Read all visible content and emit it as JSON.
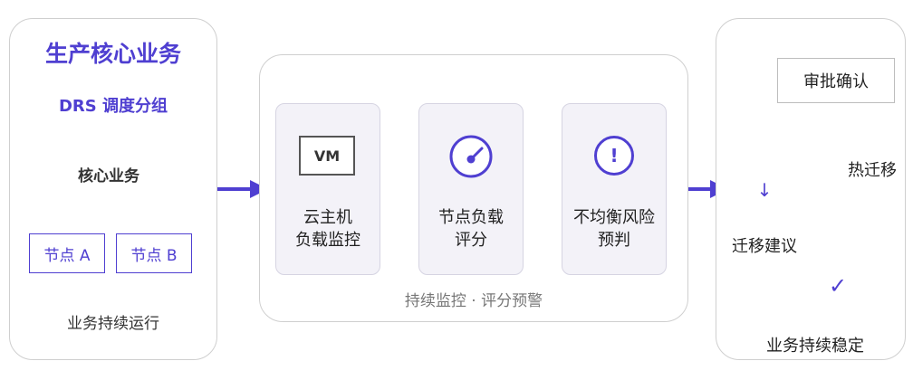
{
  "left_panel": {
    "title": "生产核心业务",
    "subtitle": "DRS 调度分组",
    "cloud_label": "核心业务",
    "nodes": [
      "节点 A",
      "节点 B"
    ],
    "footer": "业务持续运行"
  },
  "middle_panel": {
    "cards": [
      {
        "icon_text": "VM",
        "line1": "云主机",
        "line2": "负载监控"
      },
      {
        "icon_text": "",
        "line1": "节点负载",
        "line2": "评分"
      },
      {
        "icon_text": "!",
        "line1": "不均衡风险",
        "line2": "预判"
      }
    ],
    "caption": "持续监控 · 评分预警"
  },
  "right_panel": {
    "approve": "审批确认",
    "hot_migrate": "热迁移",
    "suggest": "迁移建议",
    "suggest_icon": "↓",
    "check_icon": "✓",
    "stable": "业务持续稳定"
  },
  "colors": {
    "accent": "#4f3fd1",
    "gray_arrow": "#9e9e9e",
    "panel_border": "#cfcfcf",
    "card_bg": "#f3f2f8",
    "title": "#4f3fd1"
  }
}
